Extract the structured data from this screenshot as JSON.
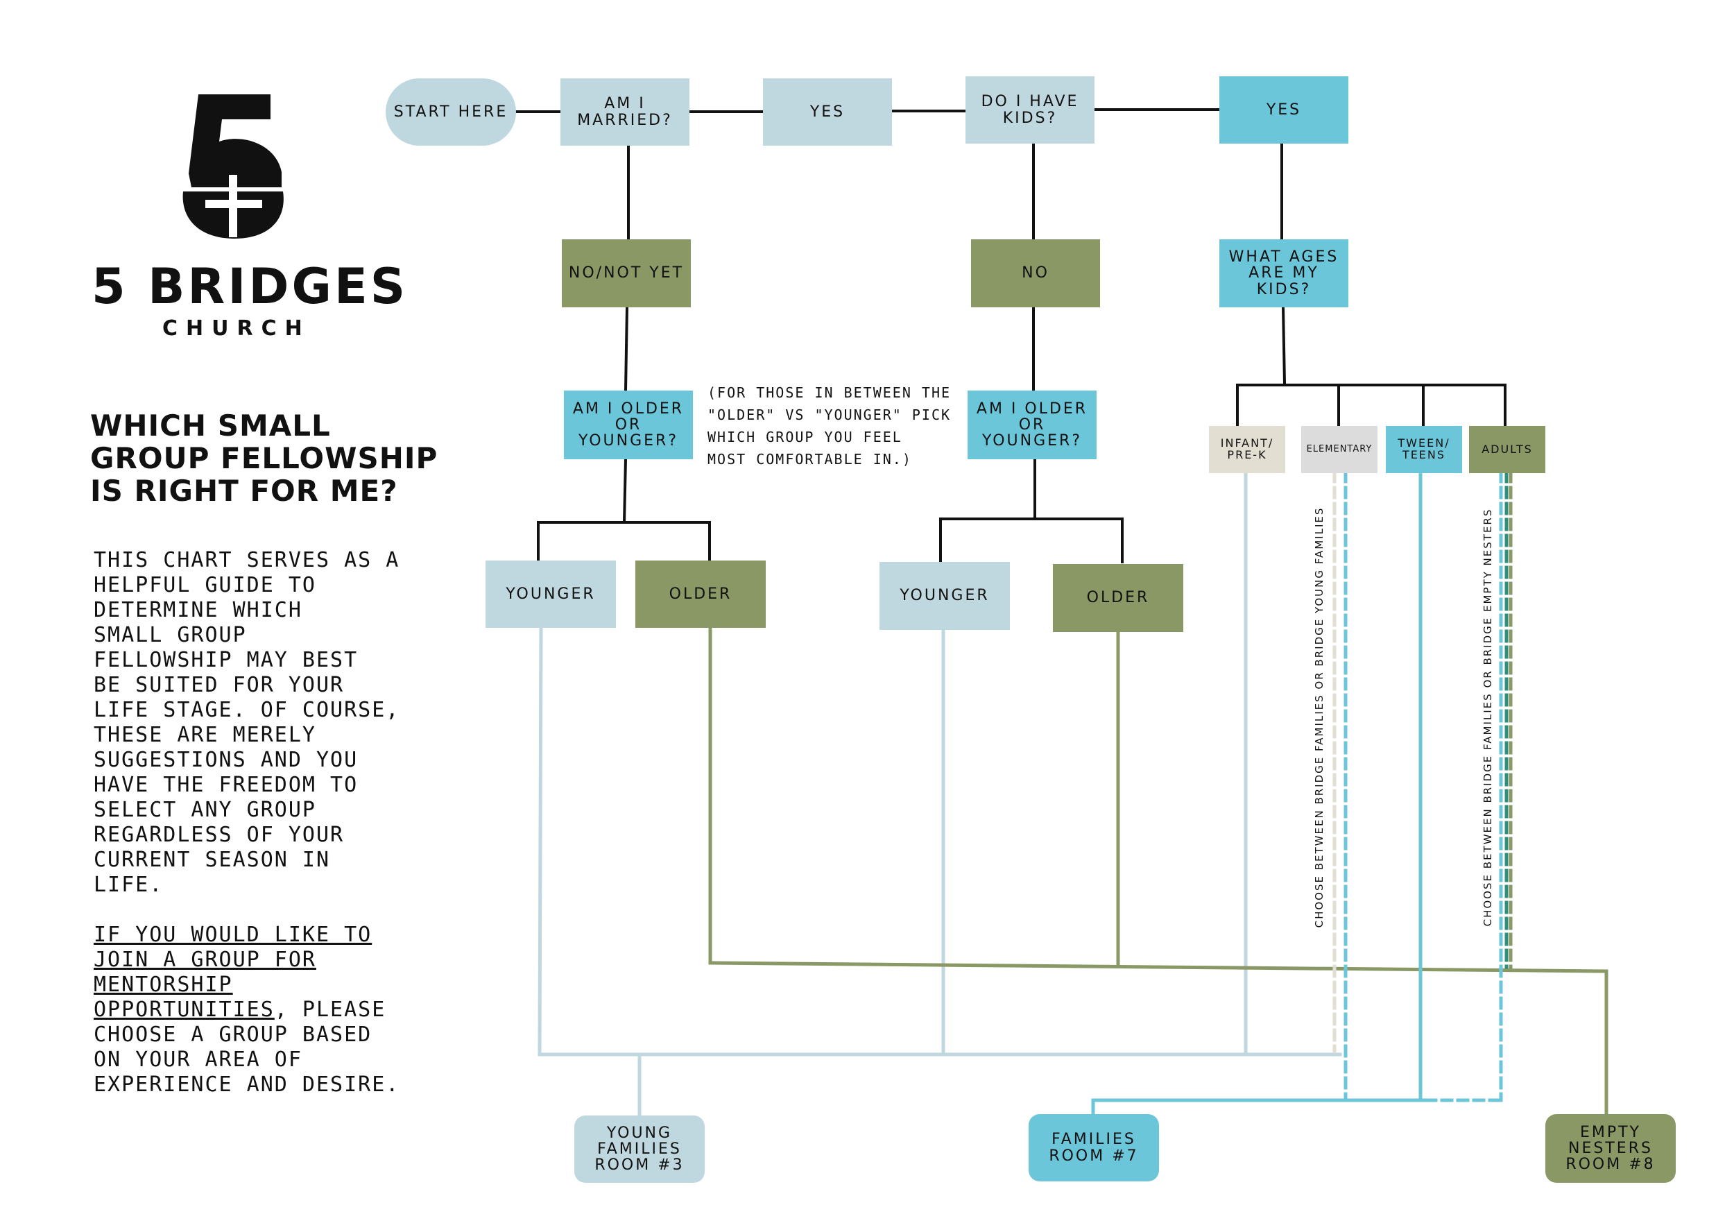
{
  "brand": {
    "name": "5 BRIDGES",
    "sub": "CHURCH",
    "logo_mark": "5",
    "colors": {
      "light_blue": "#bfd7de",
      "blue": "#6cc6d9",
      "olive": "#899864",
      "grey": "#dcdcdc",
      "beige": "#e2ded2",
      "ink": "#111111"
    }
  },
  "heading": [
    "WHICH SMALL",
    "GROUP FELLOWSHIP",
    "IS RIGHT FOR ME?"
  ],
  "intro_lines": [
    "THIS CHART SERVES AS A",
    "HELPFUL GUIDE TO",
    "DETERMINE WHICH",
    "SMALL GROUP",
    "FELLOWSHIP MAY BEST",
    "BE SUITED FOR YOUR",
    "LIFE STAGE. OF COURSE,",
    "THESE ARE MERELY",
    "SUGGESTIONS AND YOU",
    "HAVE THE FREEDOM TO",
    "SELECT ANY GROUP",
    "REGARDLESS OF YOUR",
    "CURRENT SEASON IN",
    "LIFE."
  ],
  "mentorship_lines": {
    "underlined": [
      "IF YOU WOULD LIKE TO",
      "JOIN A GROUP FOR",
      "MENTORSHIP"
    ],
    "mixed_u": "OPPORTUNITIES",
    "mixed_rest": ", PLEASE",
    "rest": [
      "CHOOSE A GROUP BASED",
      "ON YOUR AREA OF",
      "EXPERIENCE AND DESIRE."
    ]
  },
  "note_lines": [
    "(FOR THOSE IN BETWEEN THE",
    "\"OLDER\" VS \"YOUNGER\" PICK",
    "WHICH GROUP YOU FEEL",
    "MOST COMFORTABLE IN.)"
  ],
  "nodes": {
    "start": "START HERE",
    "married_q": "AM I\nMARRIED?",
    "yes1": "YES",
    "kids_q": "DO I HAVE\nKIDS?",
    "yes2": "YES",
    "not_yet": "NO/NOT YET",
    "no": "NO",
    "ages_q": "WHAT AGES\nARE MY KIDS?",
    "older_q1": "AM I OLDER\nOR\nYOUNGER?",
    "older_q2": "AM I OLDER\nOR\nYOUNGER?",
    "infant": "INFANT/\nPRE-K",
    "elementary": "ELEMENTARY",
    "tween": "TWEEN/\nTEENS",
    "adults": "ADULTS",
    "younger1": "YOUNGER",
    "older1": "OLDER",
    "younger2": "YOUNGER",
    "older2": "OLDER",
    "young_families": "YOUNG\nFAMILIES\nROOM #3",
    "families": "FAMILIES\nROOM #7",
    "empty_nesters": "EMPTY\nNESTERS\nROOM #8"
  },
  "vertical_notes": {
    "young_families": "CHOOSE BETWEEN BRIDGE FAMILIES OR BRIDGE YOUNG FAMILIES",
    "empty_nesters": "CHOOSE BETWEEN BRIDGE FAMILIES OR BRIDGE EMPTY NESTERS"
  }
}
